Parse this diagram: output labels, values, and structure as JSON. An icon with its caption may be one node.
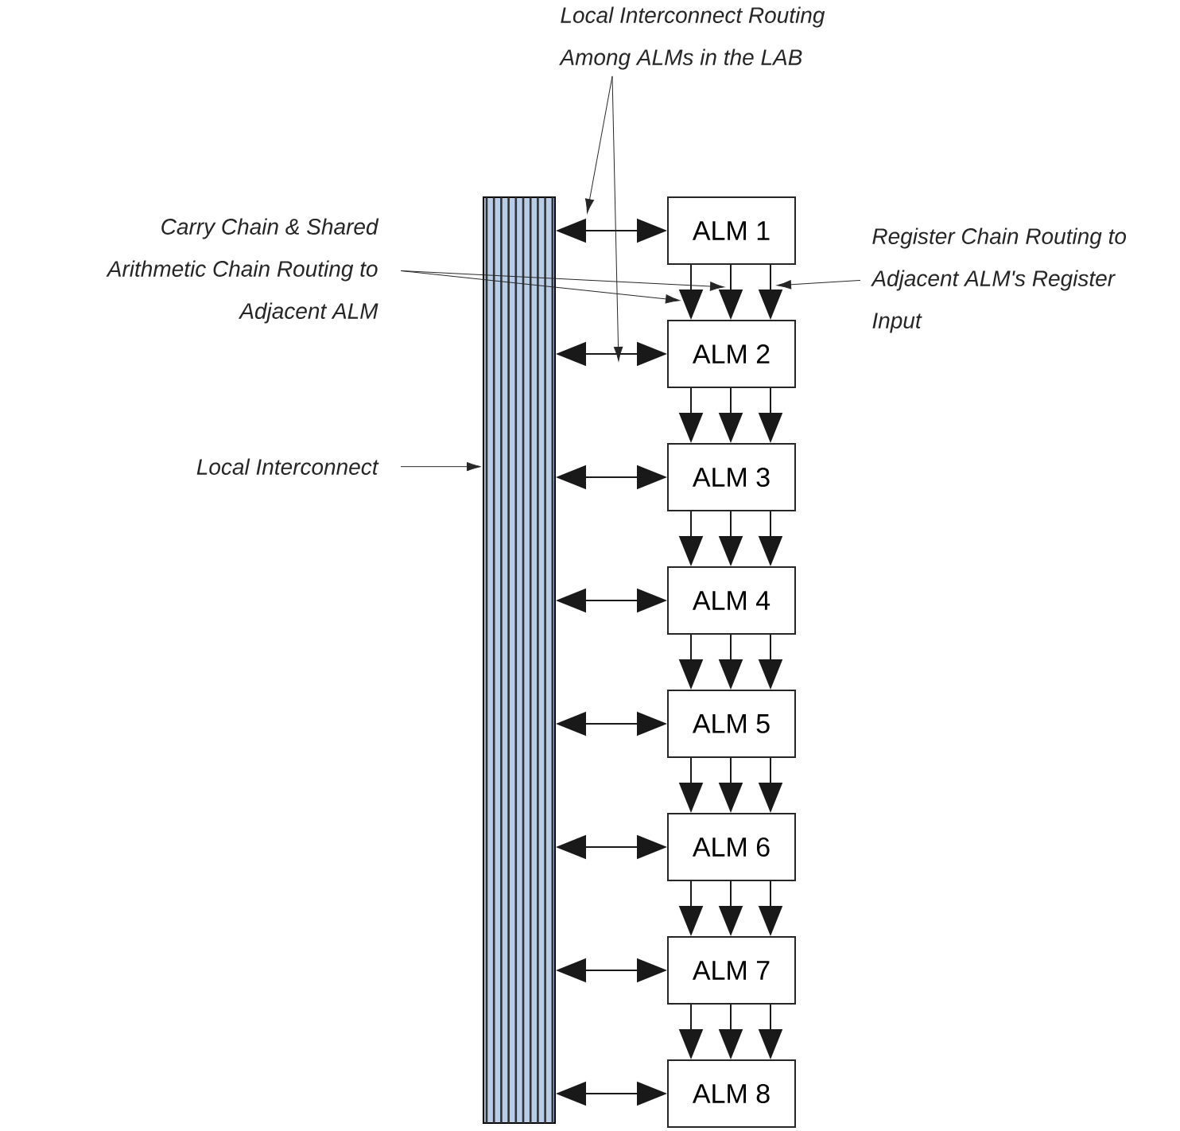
{
  "diagram": {
    "nodes": [
      {
        "text": [],
        "shape": "bar"
      },
      {
        "text": [
          "ALM 1"
        ]
      },
      {
        "text": [
          "ALM 2"
        ]
      },
      {
        "text": [
          "ALM 3"
        ]
      },
      {
        "text": [
          "ALM 4"
        ]
      },
      {
        "text": [
          "ALM 5"
        ]
      },
      {
        "text": [
          "ALM 6"
        ]
      },
      {
        "text": [
          "ALM 7"
        ]
      },
      {
        "text": [
          "ALM 8"
        ]
      },
      {
        "text": [
          "Local Interconnect Routing Among ALMs in the LAB"
        ]
      },
      {
        "text": [
          "Carry Chain & Shared Arithmetic Chain Routing to Adjacent ALM"
        ]
      },
      {
        "text": [
          "Register Chain Routing to Adjacent ALM's Register Input"
        ]
      },
      {
        "text": [
          "Local Interconnect"
        ]
      }
    ],
    "edges": [
      {
        "from": 0,
        "to": 1,
        "arrow": "both"
      },
      {
        "from": 0,
        "to": 2,
        "arrow": "both"
      },
      {
        "from": 0,
        "to": 3,
        "arrow": "both"
      },
      {
        "from": 0,
        "to": 4,
        "arrow": "both"
      },
      {
        "from": 0,
        "to": 5,
        "arrow": "both"
      },
      {
        "from": 0,
        "to": 6,
        "arrow": "both"
      },
      {
        "from": 0,
        "to": 7,
        "arrow": "both"
      },
      {
        "from": 0,
        "to": 8,
        "arrow": "both"
      },
      {
        "from": 1,
        "to": 2,
        "arrow": "to"
      },
      {
        "from": 1,
        "to": 2,
        "arrow": "to"
      },
      {
        "from": 1,
        "to": 2,
        "arrow": "to"
      },
      {
        "from": 2,
        "to": 3,
        "arrow": "to"
      },
      {
        "from": 2,
        "to": 3,
        "arrow": "to"
      },
      {
        "from": 2,
        "to": 3,
        "arrow": "to"
      },
      {
        "from": 3,
        "to": 4,
        "arrow": "to"
      },
      {
        "from": 3,
        "to": 4,
        "arrow": "to"
      },
      {
        "from": 3,
        "to": 4,
        "arrow": "to"
      },
      {
        "from": 4,
        "to": 5,
        "arrow": "to"
      },
      {
        "from": 4,
        "to": 5,
        "arrow": "to"
      },
      {
        "from": 4,
        "to": 5,
        "arrow": "to"
      },
      {
        "from": 5,
        "to": 6,
        "arrow": "to"
      },
      {
        "from": 5,
        "to": 6,
        "arrow": "to"
      },
      {
        "from": 5,
        "to": 6,
        "arrow": "to"
      },
      {
        "from": 6,
        "to": 7,
        "arrow": "to"
      },
      {
        "from": 6,
        "to": 7,
        "arrow": "to"
      },
      {
        "from": 6,
        "to": 7,
        "arrow": "to"
      },
      {
        "from": 7,
        "to": 8,
        "arrow": "to"
      },
      {
        "from": 7,
        "to": 8,
        "arrow": "to"
      },
      {
        "from": 7,
        "to": 8,
        "arrow": "to"
      },
      {
        "from": 9,
        "to": null,
        "arrow": "to"
      },
      {
        "from": 9,
        "to": null,
        "arrow": "to"
      },
      {
        "from": 10,
        "to": 1,
        "arrow": "to"
      },
      {
        "from": 10,
        "to": 2,
        "arrow": "to"
      },
      {
        "from": 11,
        "to": 1,
        "arrow": "to"
      },
      {
        "from": 12,
        "to": 0,
        "arrow": "to"
      }
    ]
  }
}
